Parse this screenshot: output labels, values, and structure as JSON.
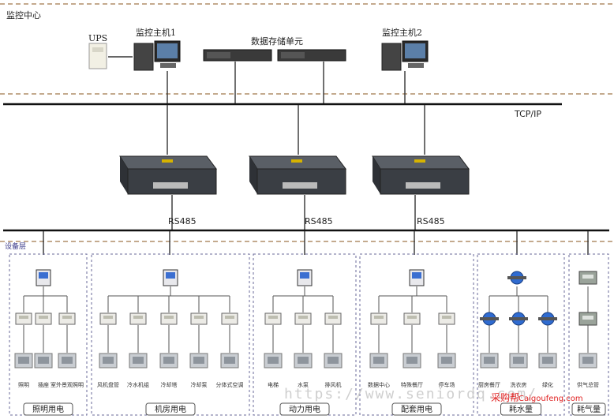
{
  "layers": {
    "monitor_center": "监控中心",
    "device_layer": "设备层"
  },
  "network": {
    "tcpip": "TCP/IP",
    "rs485": "RS485"
  },
  "center": {
    "ups": "UPS",
    "host1": "监控主机1",
    "storage": "数据存储单元",
    "host2": "监控主机2"
  },
  "groups": [
    {
      "name": "照明用电",
      "devices": [
        "照明",
        "插座",
        "室外景观照明"
      ]
    },
    {
      "name": "机房用电",
      "devices": [
        "风机盘管",
        "冷水机组",
        "冷却塔",
        "冷却泵",
        "分体式空调"
      ]
    },
    {
      "name": "动力用电",
      "devices": [
        "电梯",
        "水泵",
        "排风机"
      ]
    },
    {
      "name": "配套用电",
      "devices": [
        "数据中心",
        "特殊餐厅",
        "停车场"
      ]
    },
    {
      "name": "耗水量",
      "devices": [
        "厨房餐厅",
        "洗衣房",
        "绿化"
      ]
    },
    {
      "name": "耗气量",
      "devices": [
        "供气总管"
      ]
    }
  ],
  "watermark": "https://www.seniordq.com/",
  "brand": {
    "cn": "采购帮",
    "url": "Caigoufeng.com",
    "color": "#e02020"
  },
  "colors": {
    "bus": "#111111",
    "divider": "#a0774a",
    "group_border": "#6a6a9a"
  },
  "icons": {
    "host": "desktop-computer-icon",
    "server": "rack-server-icon",
    "switch": "network-switch-icon",
    "meter": "power-meter-icon",
    "breaker": "energy-meter-icon",
    "water": "water-meter-icon",
    "gas": "gas-meter-icon"
  }
}
